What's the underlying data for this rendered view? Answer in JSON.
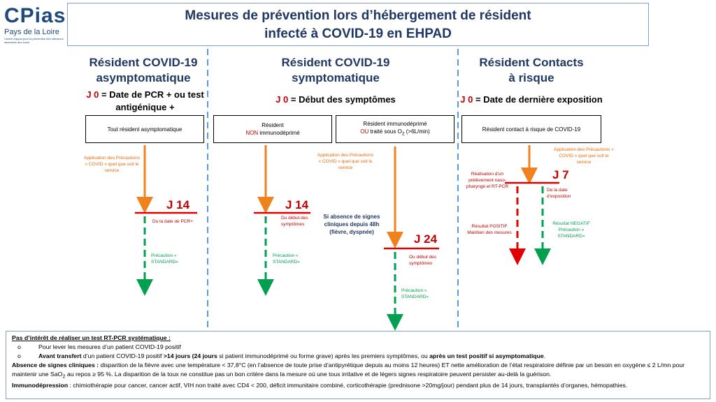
{
  "logo": {
    "word": "CPias",
    "region": "Pays de la Loire",
    "tagline": "Centre d'appui pour la prévention des infections associées aux soins"
  },
  "title": {
    "line1": "Mesures de prévention lors d’hébergement de résident",
    "line2": "infecté à COVID-19 en EHPAD"
  },
  "columns": {
    "c1": {
      "title1": "Résident COVID-19",
      "title2": "asymptomatique",
      "j0_red": "J 0",
      "j0_text": " = Date de PCR + ou test",
      "j0_text2": "antigénique +"
    },
    "c2": {
      "title1": "Résident COVID-19",
      "title2": "symptomatique",
      "j0_red": "J 0",
      "j0_text": " = Début des symptômes"
    },
    "c3": {
      "title1": "Résident Contacts",
      "title2": "à risque",
      "j0_red": "J 0",
      "j0_text": " = Date de dernière exposition"
    }
  },
  "boxes": {
    "b1": "Tout résident asymptomatique",
    "b2_line1": "Résident",
    "b2_red": "NON",
    "b2_line2": " immunodéprimé",
    "b3_line1": "Résident immunodéprimé",
    "b3_red": "OU",
    "b3_line2": " traité sous O",
    "b3_sub": "2",
    "b3_line3": " (>6L/min)",
    "b4": "Résident contact à risque de COVID-19"
  },
  "labels": {
    "app1": "Application des Précautions « COVID » quel que soit le service",
    "app2": "Application des Précautions « COVID » quel que soit le service",
    "app3": "Application des Précautions « COVID » quel que soit le service",
    "j14a": "J 14",
    "j14a_note": "Du la date de PCR+",
    "prec1": "Précaution « STANDARD»",
    "j14b": "J 14",
    "j14b_note": "Du début des symptômes",
    "prec2": "Précaution « STANDARD»",
    "absence": "Si absence de signes cliniques depuis 48h (fièvre, dyspnée)",
    "j24": "J 24",
    "j24_note": "Ou début des symptômes",
    "prec3": "Précaution « STANDARD»",
    "pcr_test": "Réalisation d’un prélèvement naso-pharyngé et RT-PCR",
    "j7": "J 7",
    "j7_note": "De la date d’exposition",
    "positif1": "Résultat POSITIF",
    "positif2": "Maintien des mesures",
    "negatif1": "Résultat NEGATIF",
    "negatif2": "Précaution « STANDARD»"
  },
  "notes": {
    "heading": "Pas d’intérêt de réaliser un test RT-PCR systématique :",
    "bullet_char": "o",
    "bullet1": "Pour lever les mesures d’un patient COVID-19 positif",
    "bullet2_b1": "Avant transfert",
    "bullet2_t1": " d’un patient COVID-19 positif ",
    "bullet2_b2": ">14 jours (24 jours",
    "bullet2_t2": " si patient immunodéprimé ou forme grave) après les premiers symptômes, ou ",
    "bullet2_b3": "après un test positif si asymptomatique",
    "bullet2_t3": ".",
    "absence_b": "Absence de signes cliniques :",
    "absence_t": " disparition de la fièvre avec une température < 37,8°C (en l’absence de toute prise d’antipyrétique depuis au moins 12 heures) ET nette amélioration de l’état respiratoire définie par un besoin en oxygène ≤ 2 L/mn pour maintenir une SaO",
    "absence_sub": "2",
    "absence_t2": " au repos ≥ 95 %. La disparition de la toux ne constitue pas un bon critère dans la mesure où une toux irritative et de légers signes respiratoire peuvent persister au-delà la guérison.",
    "immuno_b": "Immunodépression",
    "immuno_t": " : chimiothérapie pour cancer, cancer actif, VIH non traité avec CD4 < 200, déficit immunitaire combiné, corticothérapie (prednisone >20mg/jour) pendant plus de 14 jours, transplantés d’organes, hémopathies."
  }
}
